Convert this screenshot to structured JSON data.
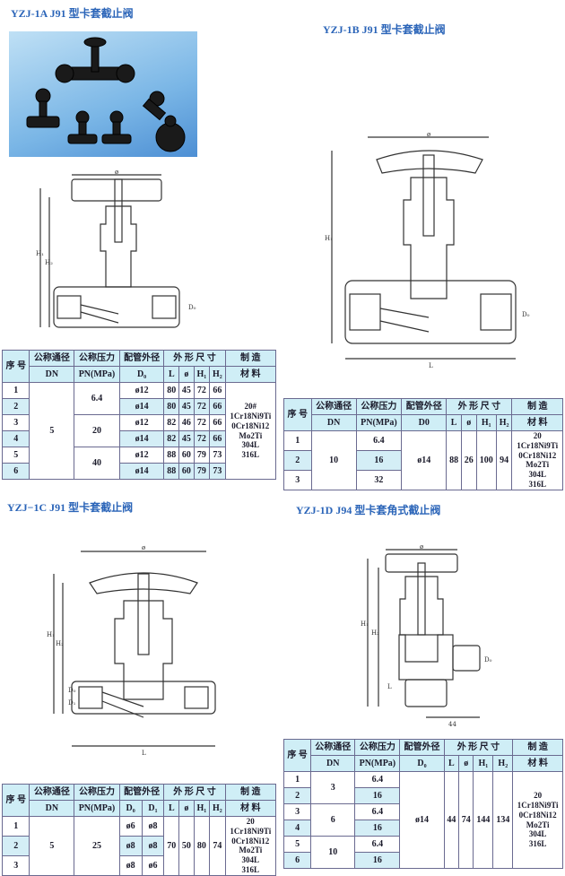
{
  "titles": {
    "a": "YZJ-1A J91 型卡套截止阀",
    "b": "YZJ-1B J91 型卡套截止阀",
    "c": "YZJ−1C J91 型卡套截止阀",
    "d": "YZJ-1D J94 型卡套角式截止阀"
  },
  "header": {
    "no": "序 号",
    "dn_cn": "公称通径",
    "pn_cn": "公称压力",
    "od_cn": "配管外径",
    "dims": "外 形 尺 寸",
    "mat_cn1": "制 造",
    "mat_cn2": "材 料",
    "dn": "DN",
    "pn": "PN(MPa)",
    "d0": "D₀",
    "d0b": "D0",
    "d1": "D₁",
    "L": "L",
    "phi": "ø",
    "h1": "H₁",
    "h2": "H₂"
  },
  "dim_labels": {
    "phi": "ø",
    "L": "L",
    "H1": "H₁",
    "H2": "H₂",
    "D0": "D₀",
    "D1": "D₁",
    "len44": "44"
  },
  "t1": {
    "rows": [
      [
        "1",
        "5",
        "6.4",
        "ø12",
        "80",
        "45",
        "72",
        "66",
        "20#\n1Cr18Ni9Ti\n0Cr18Ni12\nMo2Ti\n304L\n316L"
      ],
      [
        "2",
        null,
        null,
        "ø14",
        "80",
        "45",
        "72",
        "66",
        null
      ],
      [
        "3",
        null,
        "20",
        "ø12",
        "82",
        "46",
        "72",
        "66",
        null
      ],
      [
        "4",
        null,
        null,
        "ø14",
        "82",
        "45",
        "72",
        "66",
        null
      ],
      [
        "5",
        null,
        "40",
        "ø12",
        "88",
        "60",
        "79",
        "73",
        null
      ],
      [
        "6",
        null,
        null,
        "ø14",
        "88",
        "60",
        "79",
        "73",
        null
      ]
    ]
  },
  "t2": {
    "rows": [
      [
        "1",
        "10",
        "6.4",
        "ø14",
        "88",
        "26",
        "100",
        "94",
        "20\n1Cr18Ni9Ti\n0Cr18Ni12\nMo2Ti\n304L\n316L"
      ],
      [
        "2",
        null,
        "16",
        null,
        null,
        null,
        null,
        null,
        null
      ],
      [
        "3",
        null,
        "32",
        null,
        null,
        null,
        null,
        null,
        null
      ]
    ]
  },
  "t3": {
    "rows": [
      [
        "1",
        "5",
        "25",
        "ø6",
        "ø8",
        "70",
        "50",
        "80",
        "74",
        "20\n1Cr18Ni9Ti\n0Cr18Ni12\nMo2Ti\n304L\n316L"
      ],
      [
        "2",
        null,
        null,
        "ø8",
        "ø8",
        null,
        null,
        null,
        null,
        null
      ],
      [
        "3",
        null,
        null,
        "ø8",
        "ø6",
        null,
        null,
        null,
        null,
        null
      ]
    ]
  },
  "t4": {
    "rows": [
      [
        "1",
        "3",
        "6.4",
        "ø14",
        "44",
        "74",
        "144",
        "134",
        "20\n1Cr18Ni9Ti\n0Cr18Ni12\nMo2Ti\n304L\n316L"
      ],
      [
        "2",
        null,
        "16",
        null,
        null,
        null,
        null,
        null,
        null
      ],
      [
        "3",
        "6",
        "6.4",
        null,
        null,
        null,
        null,
        null,
        null
      ],
      [
        "4",
        null,
        "16",
        null,
        null,
        null,
        null,
        null,
        null
      ],
      [
        "5",
        "10",
        "6.4",
        null,
        null,
        null,
        null,
        null,
        null
      ],
      [
        "6",
        null,
        "16",
        null,
        null,
        null,
        null,
        null,
        null
      ]
    ]
  },
  "colors": {
    "title": "#2a64b8",
    "row": "#d4eef6",
    "border": "#6a6a90"
  }
}
